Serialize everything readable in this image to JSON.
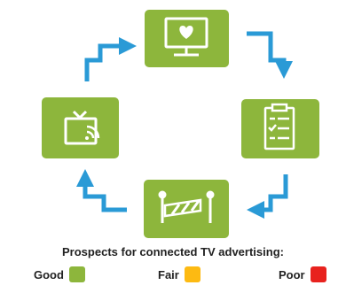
{
  "nodes": [
    {
      "id": "top",
      "icon": "monitor-heart-icon",
      "status": "good"
    },
    {
      "id": "right",
      "icon": "clipboard-checklist-icon",
      "status": "good"
    },
    {
      "id": "bottom",
      "icon": "barrier-gate-icon",
      "status": "good"
    },
    {
      "id": "left",
      "icon": "cast-tv-icon",
      "status": "good"
    }
  ],
  "cycle_arrows": [
    "top-to-right",
    "right-to-bottom",
    "bottom-to-left",
    "left-to-top"
  ],
  "legend": {
    "title": "Prospects for connected TV advertising:",
    "items": [
      {
        "label": "Good",
        "color": "#8DB63C"
      },
      {
        "label": "Fair",
        "color": "#FDBA12"
      },
      {
        "label": "Poor",
        "color": "#E8221E"
      }
    ]
  },
  "colors": {
    "node_fill": "#8DB63C",
    "arrow": "#2A9AD6",
    "icon": "#ffffff"
  }
}
